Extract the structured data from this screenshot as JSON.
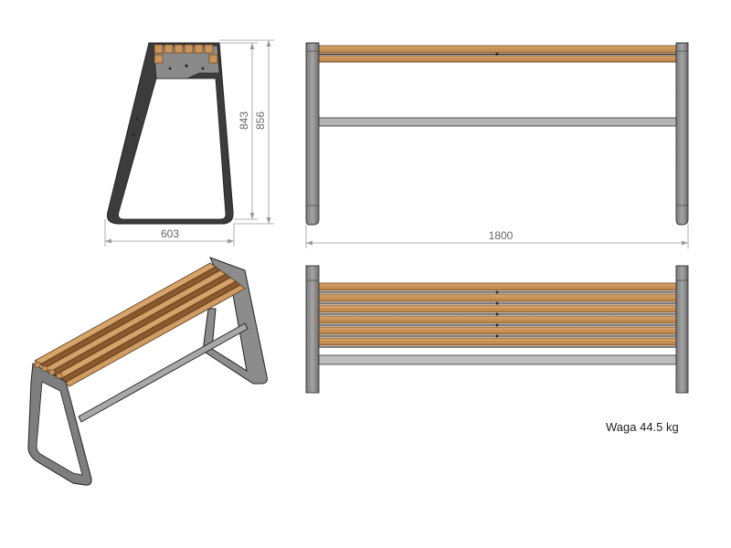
{
  "dimensions": {
    "side_height_inner": "843",
    "side_height_outer": "856",
    "side_width": "603",
    "front_length": "1800"
  },
  "weight_label": "Waga 44.5 kg",
  "colors": {
    "wood": "#c9935a",
    "wood_dark": "#8a5a2e",
    "frame": "#8c8c8c",
    "frame_dark": "#3a3a3a",
    "line": "#222222",
    "dimension": "#9a9a9a"
  }
}
